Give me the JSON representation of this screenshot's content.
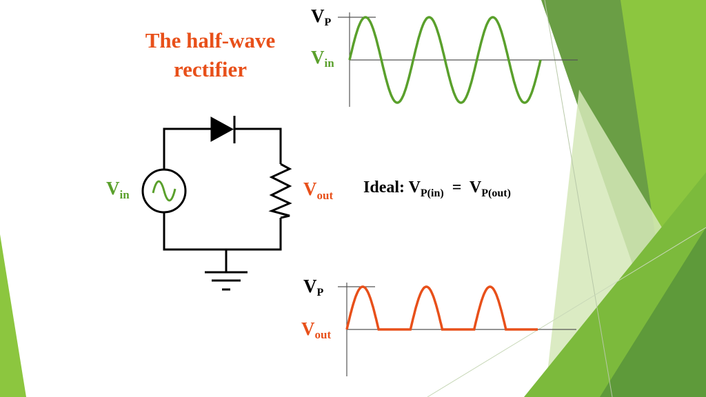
{
  "slide": {
    "title_line1": "The half-wave",
    "title_line2": "rectifier"
  },
  "colors": {
    "title": "#e8501a",
    "input_wave": "#5aa02c",
    "output_wave": "#e8501a",
    "circuit": "#000000",
    "accent_dark": "#5e9a3a",
    "accent_light": "#8cc63f"
  },
  "input_graph": {
    "peak_label": "V",
    "peak_sub": "P",
    "signal_label": "V",
    "signal_sub": "in",
    "cycles": 3
  },
  "output_graph": {
    "peak_label": "V",
    "peak_sub": "P",
    "signal_label": "V",
    "signal_sub": "out",
    "cycles": 3
  },
  "circuit": {
    "source_label": "V",
    "source_sub": "in",
    "load_label": "V",
    "load_sub": "out",
    "source_icon": "ac-source-icon",
    "diode_icon": "diode-icon",
    "resistor_icon": "resistor-icon",
    "ground_icon": "ground-icon"
  },
  "equation": {
    "prefix": "Ideal: V",
    "sub_left": "P(in)",
    "equals": "  =  V",
    "sub_right": "P(out)"
  }
}
